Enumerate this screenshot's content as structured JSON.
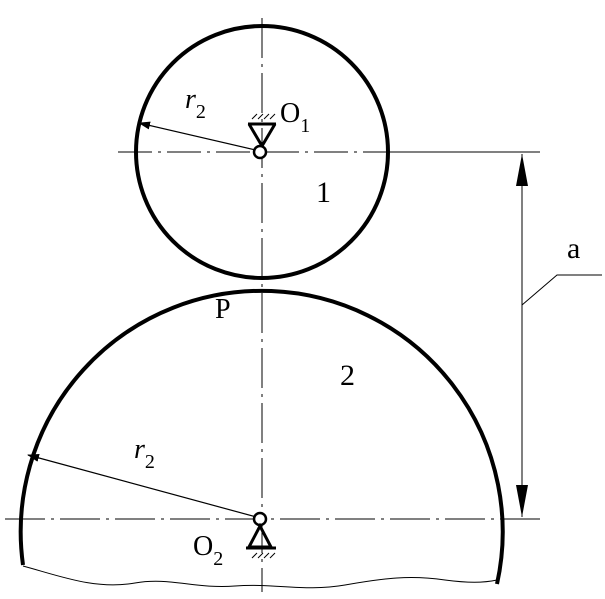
{
  "labels": {
    "r_top": {
      "base": "r",
      "sub": "2"
    },
    "r_bottom": {
      "base": "r",
      "sub": "2"
    },
    "o1": {
      "base": "O",
      "sub": "1"
    },
    "o2": {
      "base": "O",
      "sub": "2"
    },
    "gear1": "1",
    "gear2": "2",
    "pitch_point": "P",
    "distance": "a"
  },
  "colors": {
    "stroke": "#000000",
    "background": "#ffffff"
  }
}
